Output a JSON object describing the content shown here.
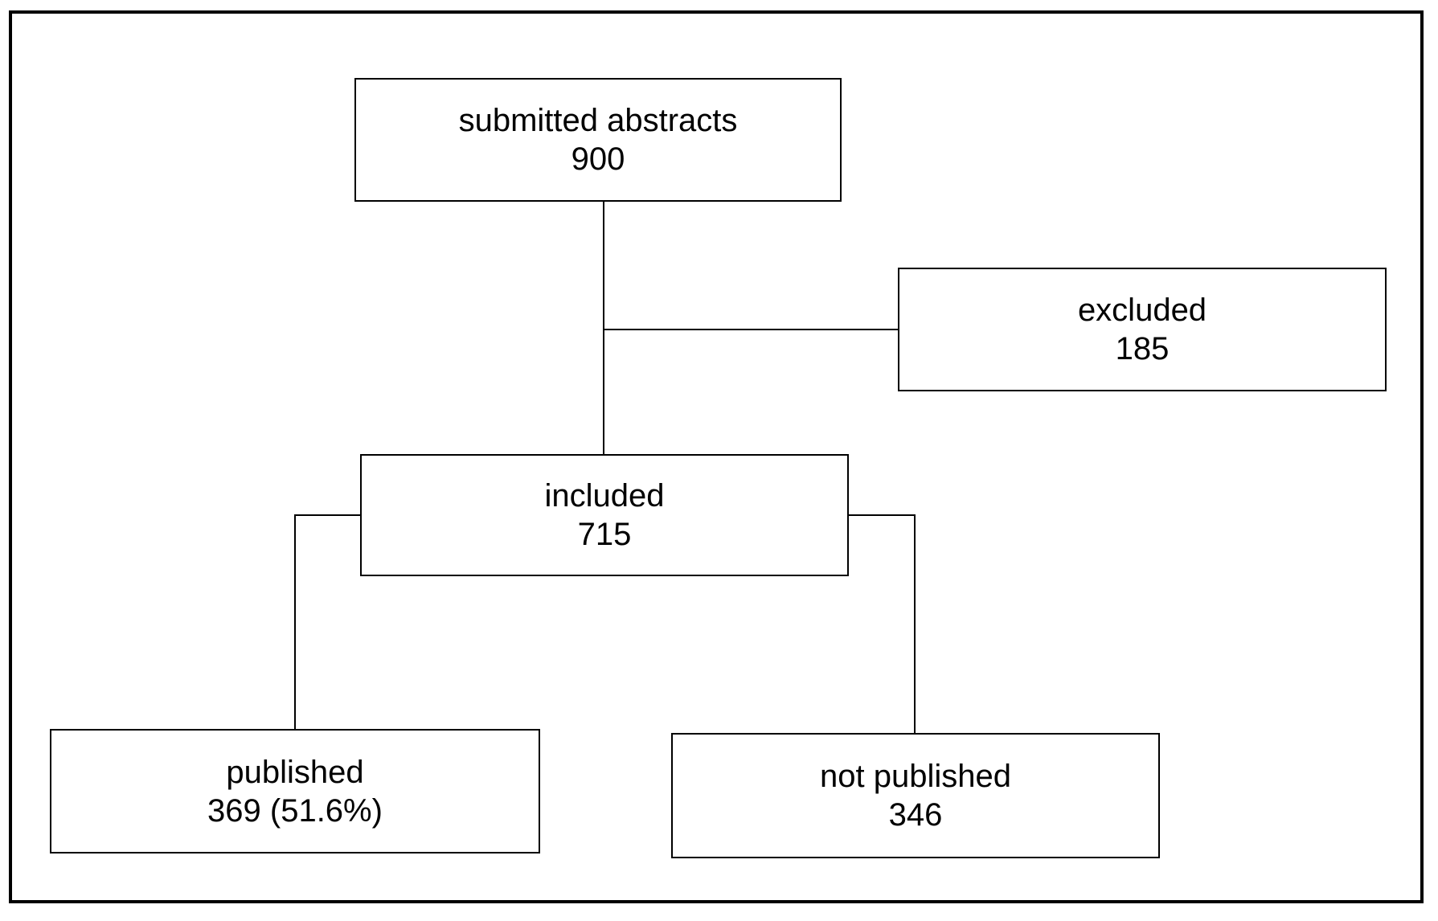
{
  "figure": {
    "type": "flowchart",
    "orientation": "top-down",
    "frame": {
      "border_color": "#000000",
      "background": "#ffffff"
    },
    "nodes": [
      {
        "id": "submitted",
        "label": "submitted abstracts",
        "value": "900"
      },
      {
        "id": "excluded",
        "label": "excluded",
        "value": "185"
      },
      {
        "id": "included",
        "label": "included",
        "value": "715"
      },
      {
        "id": "published",
        "label": "published",
        "value": "369 (51.6%)"
      },
      {
        "id": "not_published",
        "label": "not published",
        "value": "346"
      }
    ],
    "edges": [
      {
        "from": "submitted",
        "to": "excluded"
      },
      {
        "from": "submitted",
        "to": "included"
      },
      {
        "from": "included",
        "to": "published"
      },
      {
        "from": "included",
        "to": "not_published"
      }
    ]
  }
}
